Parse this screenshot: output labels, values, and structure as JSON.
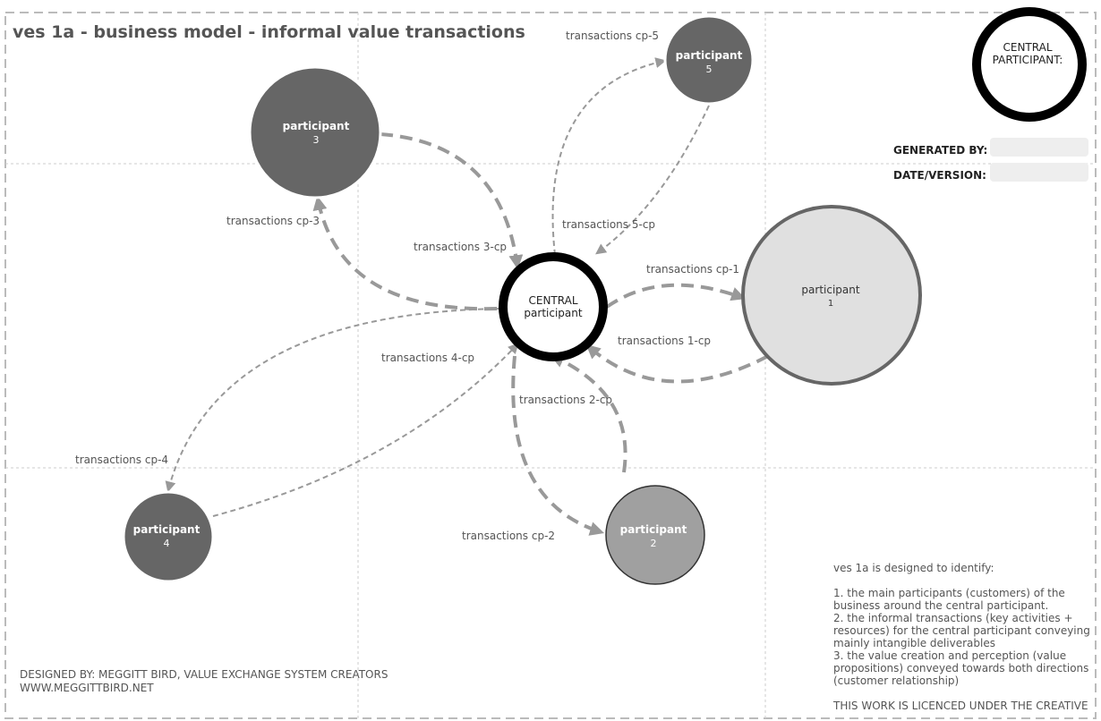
{
  "title": "ves 1a - business model - informal value transactions",
  "legend": {
    "line1": "CENTRAL",
    "line2": "PARTICIPANT:"
  },
  "fields": {
    "generated_by": "GENERATED BY:",
    "date_version": "DATE/VERSION:"
  },
  "central": {
    "line1": "CENTRAL",
    "line2": "participant"
  },
  "participants": [
    {
      "label": "participant",
      "num": "1"
    },
    {
      "label": "participant",
      "num": "2"
    },
    {
      "label": "participant",
      "num": "3"
    },
    {
      "label": "participant",
      "num": "4"
    },
    {
      "label": "participant",
      "num": "5"
    }
  ],
  "transactions": {
    "cp5": "transactions cp-5",
    "t5cp": "transactions 5-cp",
    "cp3": "transactions cp-3",
    "t3cp": "transactions 3-cp",
    "cp1": "transactions cp-1",
    "t1cp": "transactions 1-cp",
    "t4cp": "transactions 4-cp",
    "t2cp": "transactions 2-cp",
    "cp4": "transactions cp-4",
    "cp2": "transactions cp-2"
  },
  "info": "ves 1a is designed to identify:\n\n1. the main participants (customers) of the business around the central participant.\n2. the informal transactions (key activities + resources) for the central participant conveying mainly intangible deliverables\n3. the value creation and perception (value propositions) conveyed towards both directions (customer relationship)\n\nTHIS WORK IS LICENCED UNDER THE CREATIVE",
  "credit": {
    "line1": "DESIGNED BY: MEGGITT BIRD, VALUE EXCHANGE SYSTEM CREATORS",
    "line2": "WWW.MEGGITTBIRD.NET"
  }
}
